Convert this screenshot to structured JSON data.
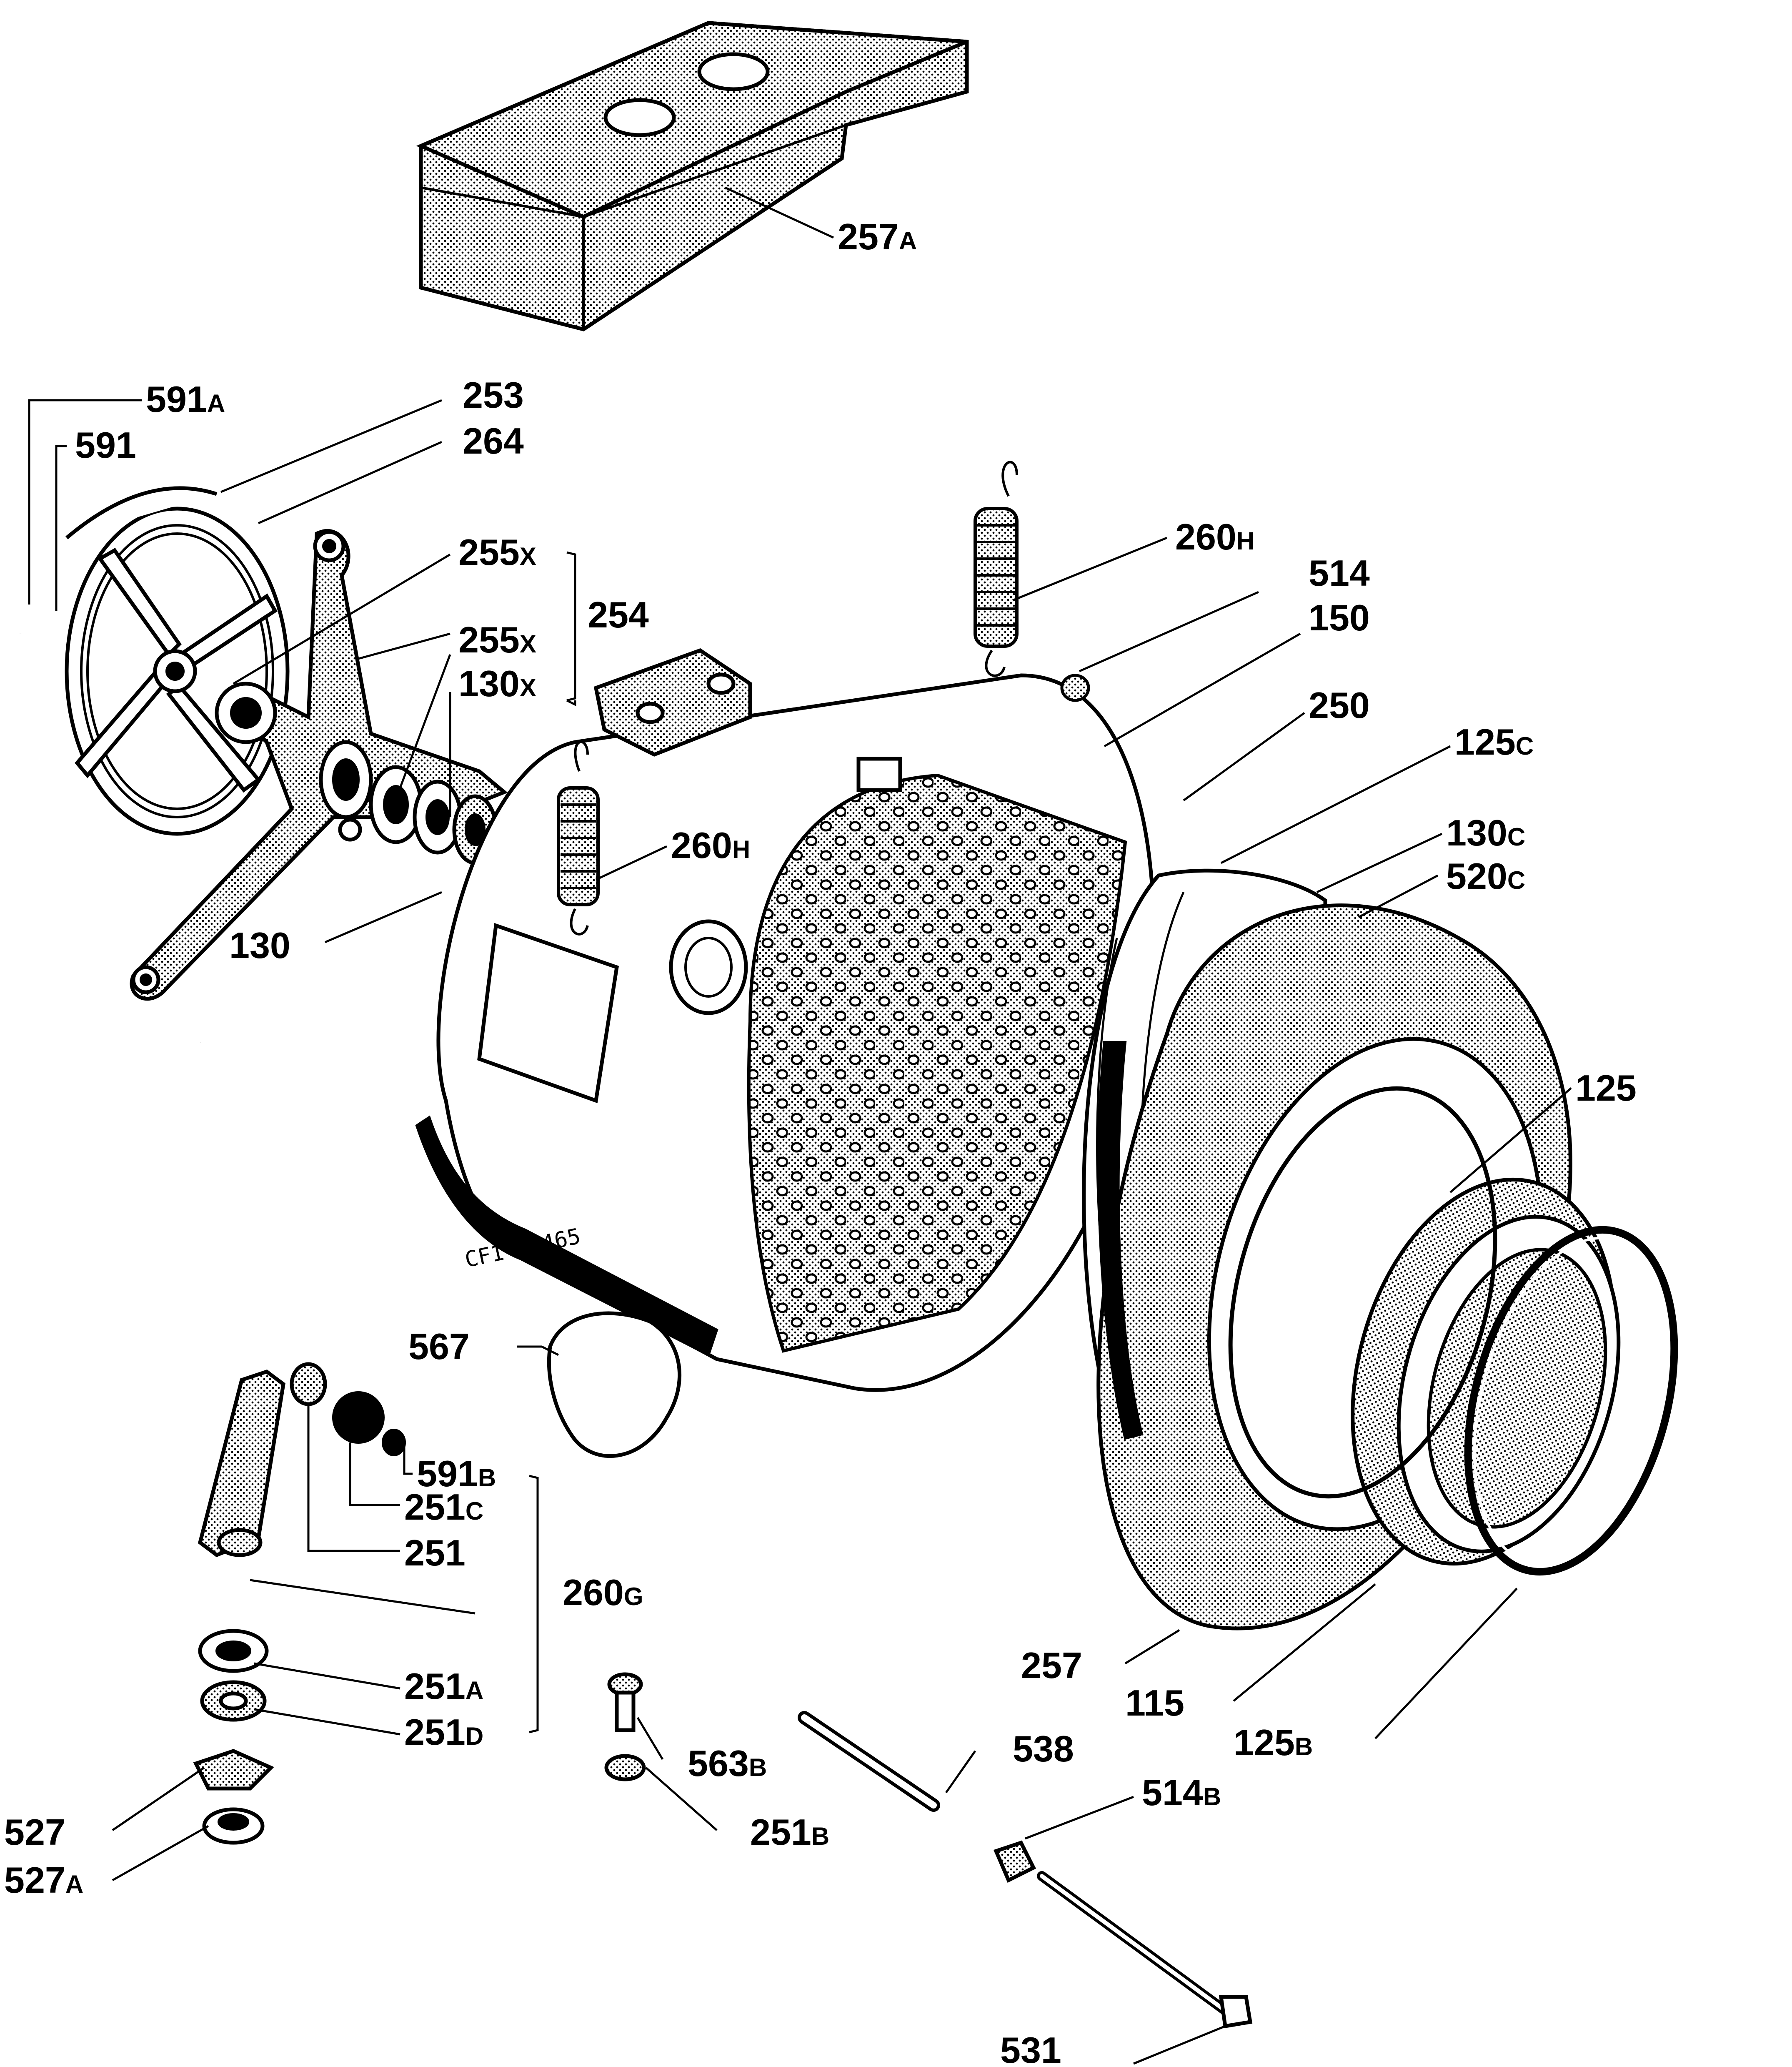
{
  "drawing_code": "CF1-00465",
  "callouts": [
    {
      "id": "c257a",
      "num": "257",
      "suffix": "A"
    },
    {
      "id": "c591a",
      "num": "591",
      "suffix": "A"
    },
    {
      "id": "c253",
      "num": "253",
      "suffix": ""
    },
    {
      "id": "c591",
      "num": "591",
      "suffix": ""
    },
    {
      "id": "c264",
      "num": "264",
      "suffix": ""
    },
    {
      "id": "c255x1",
      "num": "255",
      "suffix": "X"
    },
    {
      "id": "c254",
      "num": "254",
      "suffix": ""
    },
    {
      "id": "c255x2",
      "num": "255",
      "suffix": "X"
    },
    {
      "id": "c130x",
      "num": "130",
      "suffix": "X"
    },
    {
      "id": "c260h1",
      "num": "260",
      "suffix": "H"
    },
    {
      "id": "c514",
      "num": "514",
      "suffix": ""
    },
    {
      "id": "c150",
      "num": "150",
      "suffix": ""
    },
    {
      "id": "c250",
      "num": "250",
      "suffix": ""
    },
    {
      "id": "c125c",
      "num": "125",
      "suffix": "C"
    },
    {
      "id": "c260h2",
      "num": "260",
      "suffix": "H"
    },
    {
      "id": "c130c",
      "num": "130",
      "suffix": "C"
    },
    {
      "id": "c520c",
      "num": "520",
      "suffix": "C"
    },
    {
      "id": "c130",
      "num": "130",
      "suffix": ""
    },
    {
      "id": "c125",
      "num": "125",
      "suffix": ""
    },
    {
      "id": "c567",
      "num": "567",
      "suffix": ""
    },
    {
      "id": "c591b",
      "num": "591",
      "suffix": "B"
    },
    {
      "id": "c251c",
      "num": "251",
      "suffix": "C"
    },
    {
      "id": "c251",
      "num": "251",
      "suffix": ""
    },
    {
      "id": "c260g",
      "num": "260",
      "suffix": "G"
    },
    {
      "id": "c251a",
      "num": "251",
      "suffix": "A"
    },
    {
      "id": "c251d",
      "num": "251",
      "suffix": "D"
    },
    {
      "id": "c257",
      "num": "257",
      "suffix": ""
    },
    {
      "id": "c115",
      "num": "115",
      "suffix": ""
    },
    {
      "id": "c125b",
      "num": "125",
      "suffix": "B"
    },
    {
      "id": "c538",
      "num": "538",
      "suffix": ""
    },
    {
      "id": "c563b",
      "num": "563",
      "suffix": "B"
    },
    {
      "id": "c514b",
      "num": "514",
      "suffix": "B"
    },
    {
      "id": "c251b",
      "num": "251",
      "suffix": "B"
    },
    {
      "id": "c527",
      "num": "527",
      "suffix": ""
    },
    {
      "id": "c527a",
      "num": "527",
      "suffix": "A"
    },
    {
      "id": "c531",
      "num": "531",
      "suffix": ""
    }
  ]
}
